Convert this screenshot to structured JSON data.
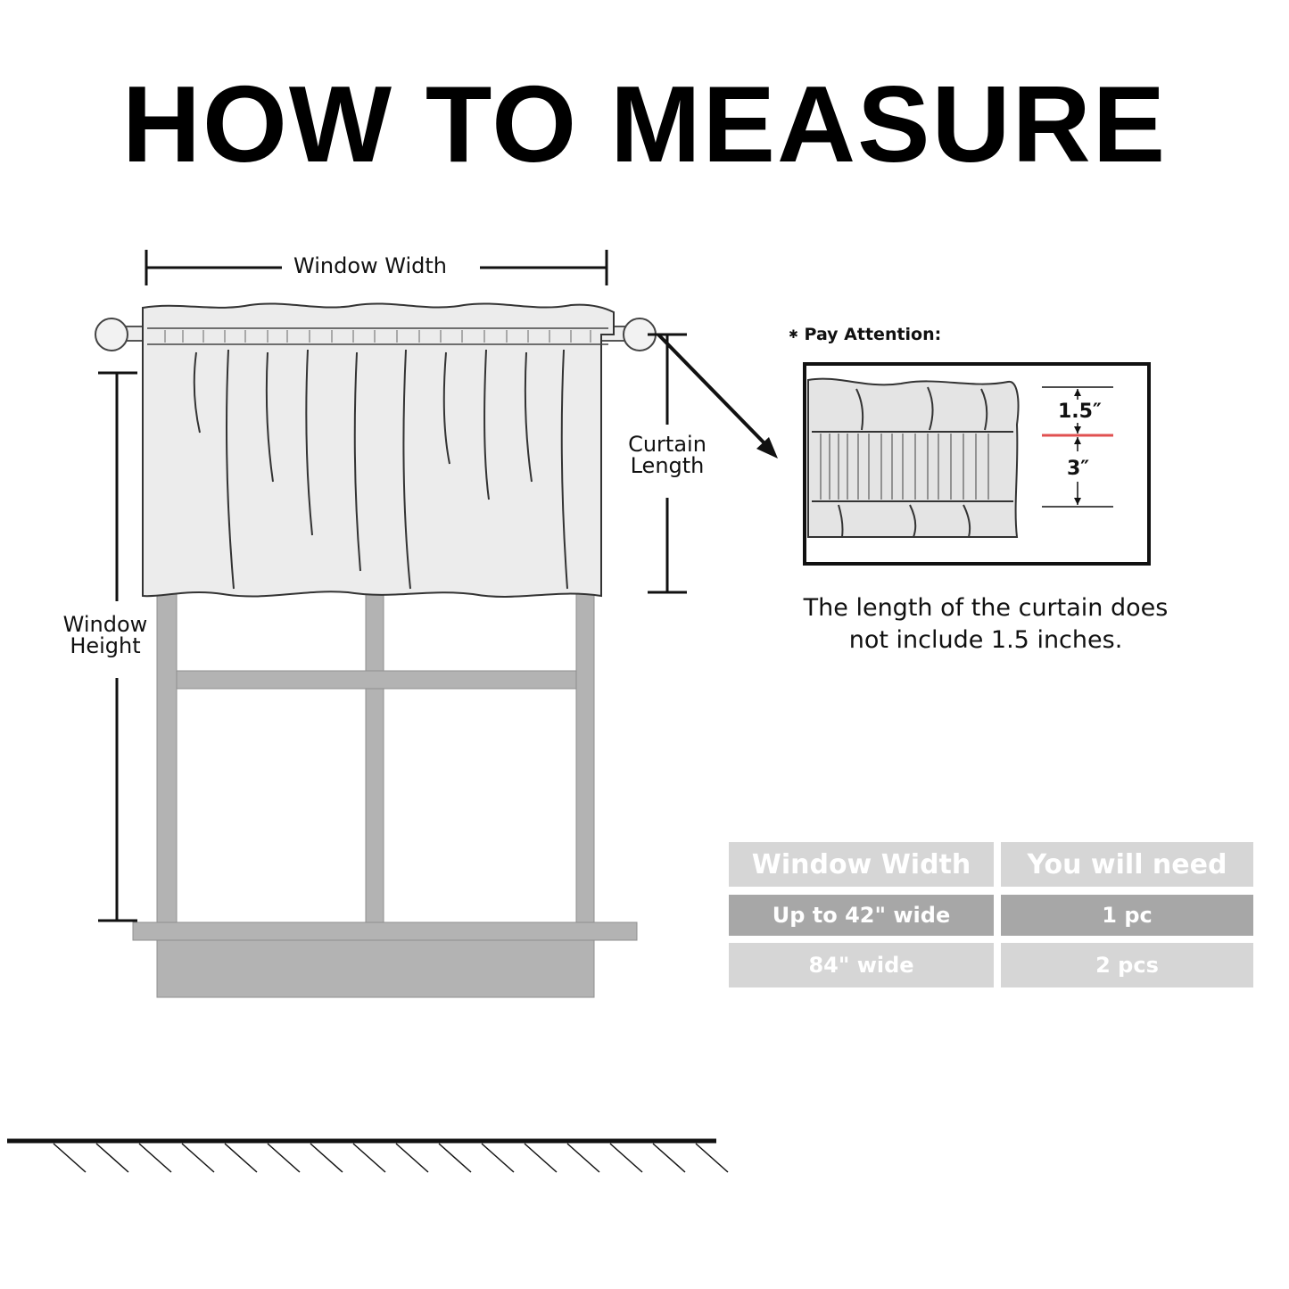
{
  "title": "HOW TO MEASURE",
  "labels": {
    "window_width": "Window Width",
    "window_height_line1": "Window",
    "window_height_line2": "Height",
    "curtain_length_line1": "Curtain",
    "curtain_length_line2": "Length"
  },
  "attention": {
    "heading": "Pay Attention:",
    "heading_marker": "✱",
    "top_measure": "1.5″",
    "pocket_measure": "3″",
    "note_line1": "The length of the curtain does",
    "note_line2": "not include 1.5 inches."
  },
  "table": {
    "headers": [
      "Window Width",
      "You will need"
    ],
    "rows": [
      [
        "Up to 42\" wide",
        "1 pc"
      ],
      [
        "84\" wide",
        "2 pcs"
      ]
    ]
  },
  "colors": {
    "frame": "#b3b3b3",
    "curtain": "#ececec",
    "marker_line": "#e05050",
    "table_header": "#d6d6d6",
    "table_row_dark": "#a7a7a7"
  }
}
